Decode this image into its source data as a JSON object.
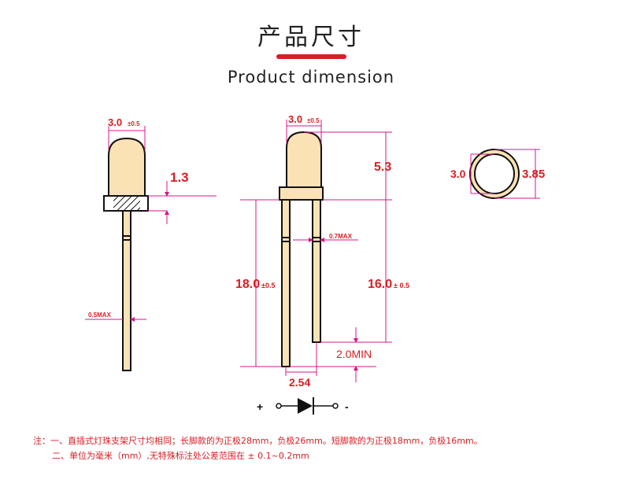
{
  "header": {
    "title_cn": "产品尺寸",
    "title_en": "Product dimension"
  },
  "dimensions": {
    "side_lens_dia": "3.0",
    "side_lens_tol": "±0.5",
    "flange_height": "1.3",
    "side_lead_max": "0.5MAX",
    "front_lens_dia": "3.0",
    "front_lens_tol": "±0.5",
    "lens_height": "5.3",
    "lead_width_max": "0.7MAX",
    "long_lead": "18.0",
    "long_lead_tol": "±0.5",
    "short_lead": "16.0",
    "short_lead_tol": "± 0.5",
    "lead_diff": "2.0MIN",
    "pitch": "2.54",
    "top_inner_dia": "3.0",
    "top_outer_dia": "3.85"
  },
  "symbol": {
    "plus": "+",
    "minus": "-"
  },
  "notes": {
    "line1": "注：一、直插式灯珠支架尺寸均相同；长脚款的为正极28mm，负极26mm。短脚款的为正极18mm，负极16mm。",
    "line2": "二、单位为毫米（mm）,无特殊标注处公差范围在 ± 0.1~0.2mm"
  },
  "colors": {
    "accent": "#d81e23",
    "dim_line": "#d9148c",
    "outline": "#111111",
    "lens_fill": "#fbe2b5"
  }
}
